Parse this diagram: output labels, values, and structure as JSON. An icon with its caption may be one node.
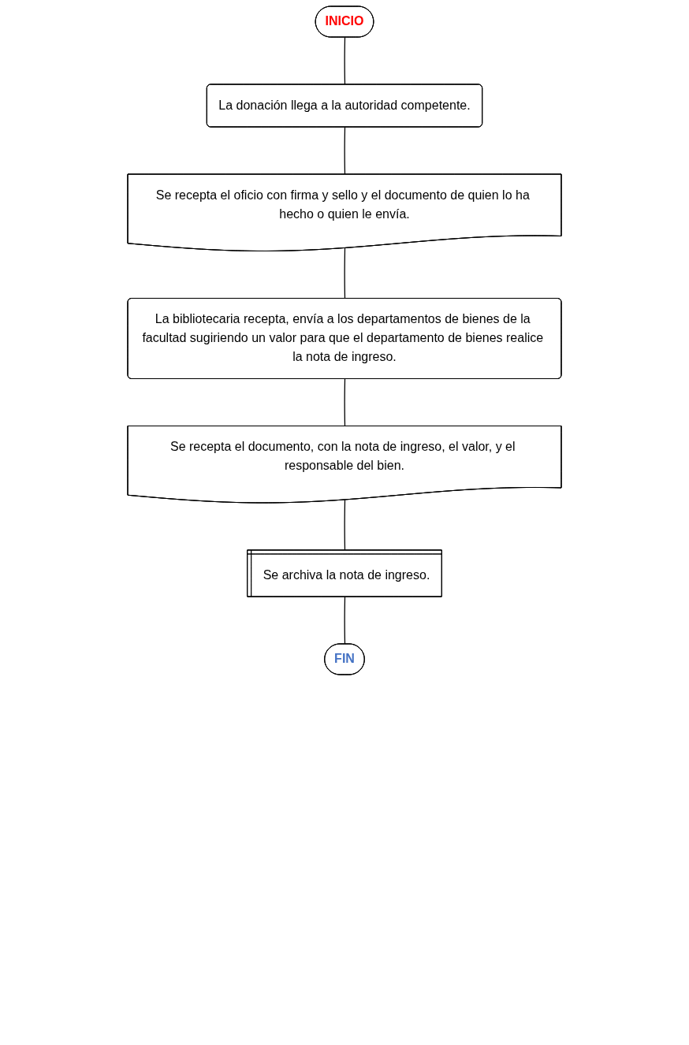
{
  "diagram": {
    "nodes": [
      {
        "text": [
          "INICIO"
        ]
      },
      {
        "text": [
          "La donación llega a la autoridad competente."
        ]
      },
      {
        "text": [
          "Se recepta el oficio con firma y sello y el documento de quien lo ha hecho o quien le envía."
        ]
      },
      {
        "text": [
          "La bibliotecaria recepta, envía a los departamentos de bienes de la facultad sugiriendo un valor para que el departamento de bienes realice la nota de ingreso."
        ]
      },
      {
        "text": [
          "Se recepta el documento, con la nota de ingreso, el valor, y el responsable del bien."
        ]
      },
      {
        "text": [
          "Se archiva la nota de ingreso."
        ]
      },
      {
        "text": [
          "FIN"
        ]
      }
    ],
    "edges": [
      {
        "from": 0,
        "to": 1,
        "arrow": "none"
      },
      {
        "from": 1,
        "to": 2,
        "arrow": "none"
      },
      {
        "from": 2,
        "to": 3,
        "arrow": "none"
      },
      {
        "from": 3,
        "to": 4,
        "arrow": "none"
      },
      {
        "from": 4,
        "to": 5,
        "arrow": "none"
      },
      {
        "from": 5,
        "to": 6,
        "arrow": "none"
      }
    ]
  }
}
